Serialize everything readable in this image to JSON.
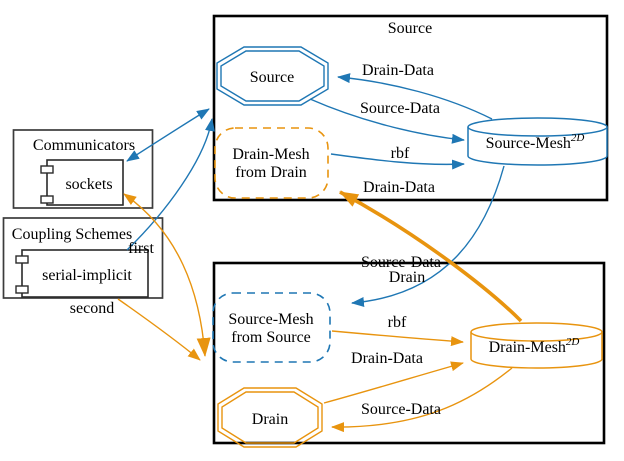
{
  "colors": {
    "source_accent": "#1f77b4",
    "drain_accent": "#e8940f",
    "frame": "#000000",
    "panel_border": "#3c3c3c"
  },
  "source": {
    "title": "Source",
    "actor": "Source",
    "mesh_label": "Source-Mesh",
    "mesh_sup": "2D",
    "received_mesh_line1": "Drain-Mesh",
    "received_mesh_line2": "from Drain",
    "read_label": "Drain-Data",
    "write_label": "Source-Data",
    "mapping_label": "rbf",
    "exchange_label": "Drain-Data"
  },
  "drain": {
    "title": "Drain",
    "actor": "Drain",
    "mesh_label": "Drain-Mesh",
    "mesh_sup": "2D",
    "received_mesh_line1": "Source-Mesh",
    "received_mesh_line2": "from Source",
    "read_label": "Source-Data",
    "write_label": "Drain-Data",
    "mapping_label": "rbf",
    "exchange_label": "Source-Data"
  },
  "communicators": {
    "title": "Communicators",
    "item": "sockets"
  },
  "coupling_schemes": {
    "title": "Coupling Schemes",
    "item": "serial-implicit",
    "first_label": "first",
    "second_label": "second"
  }
}
